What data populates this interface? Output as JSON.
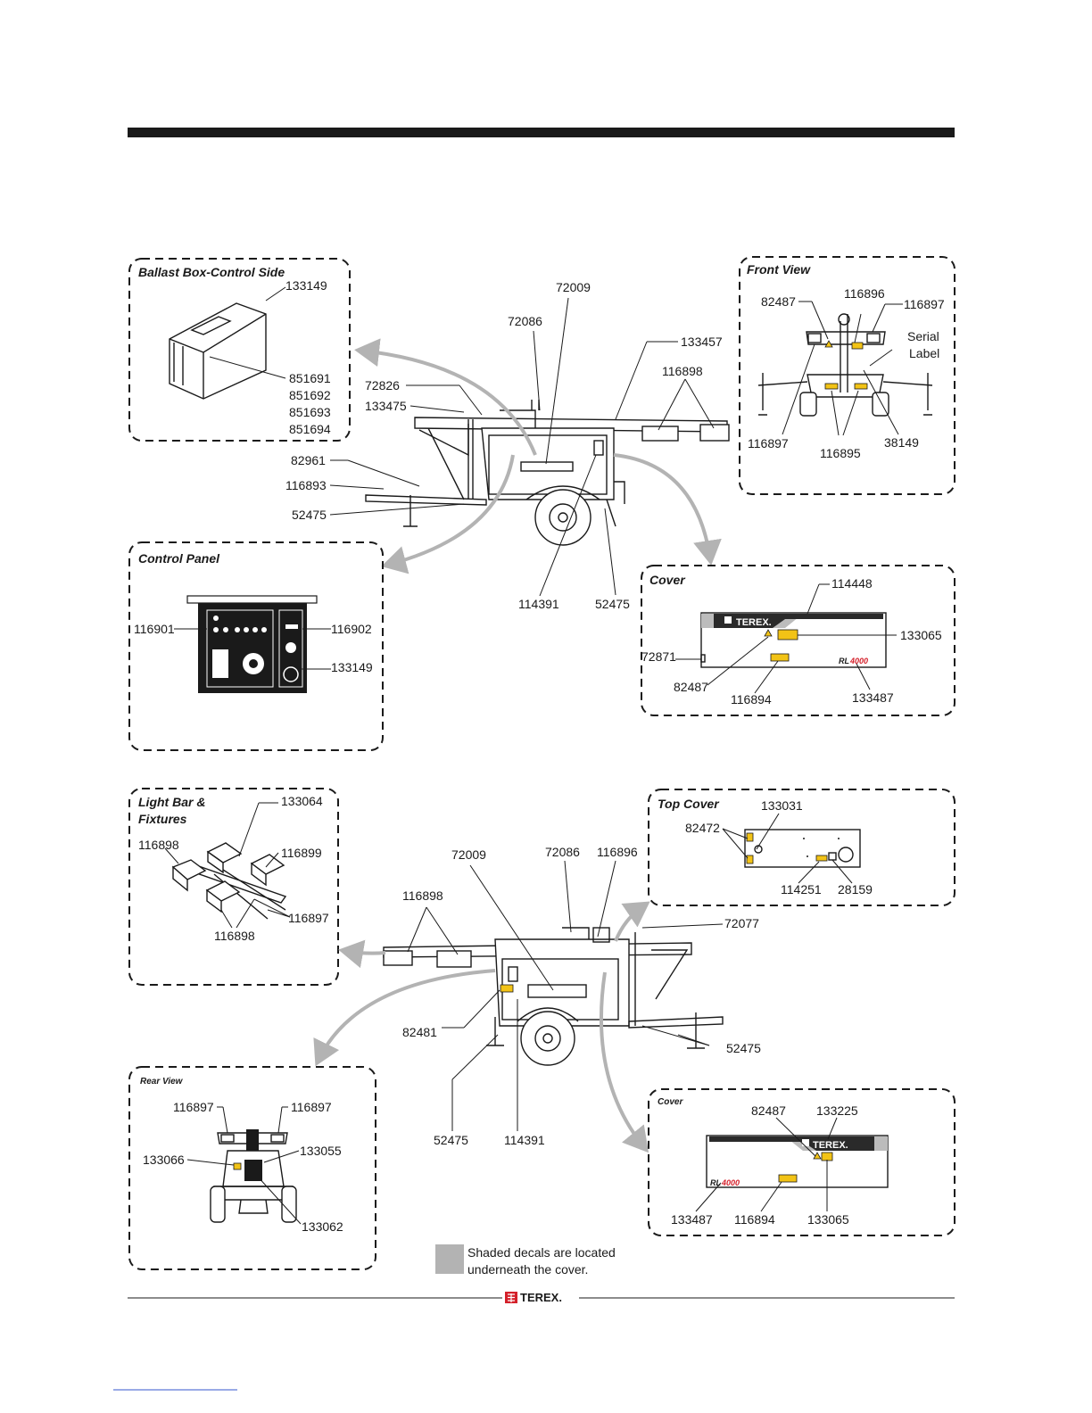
{
  "colors": {
    "ink": "#1a1a1a",
    "arrow": "#b3b3b3",
    "decal": "#f2c316",
    "shade": "#b3b3b3",
    "brand_red": "#d4202a"
  },
  "panels": {
    "ballast": {
      "title": "Ballast Box-Control Side",
      "labels": [
        "133149",
        "851691",
        "851692",
        "851693",
        "851694"
      ]
    },
    "front": {
      "title": "Front View",
      "labels": [
        "82487",
        "116896",
        "116897",
        "Serial",
        "Label",
        "116897",
        "116895",
        "38149"
      ]
    },
    "control": {
      "title": "Control Panel",
      "labels": [
        "116901",
        "116902",
        "133149"
      ]
    },
    "cover1": {
      "title": "Cover",
      "labels": [
        "114448",
        "133065",
        "72871",
        "82487",
        "116894",
        "133487"
      ]
    },
    "lightbar": {
      "title_line1": "Light Bar &",
      "title_line2": "Fixtures",
      "labels": [
        "133064",
        "116898",
        "116899",
        "116897",
        "116898"
      ]
    },
    "topcover": {
      "title": "Top Cover",
      "labels": [
        "133031",
        "82472",
        "114251",
        "28159"
      ]
    },
    "rear": {
      "title": "Rear View",
      "labels": [
        "116897",
        "116897",
        "133066",
        "133055",
        "133062"
      ]
    },
    "cover2": {
      "title": "Cover",
      "labels": [
        "82487",
        "133225",
        "133487",
        "116894",
        "133065"
      ]
    }
  },
  "main_top": {
    "labels": [
      "72009",
      "72086",
      "133457",
      "116898",
      "72826",
      "133475",
      "82961",
      "116893",
      "52475",
      "114391",
      "52475"
    ]
  },
  "main_bottom": {
    "labels": [
      "72009",
      "72086",
      "116896",
      "116898",
      "72077",
      "82481",
      "52475",
      "52475",
      "114391"
    ]
  },
  "legend": {
    "line1": "Shaded decals are located",
    "line2": "underneath the cover."
  },
  "footer": {
    "brand": "TEREX."
  },
  "cover_graphics": {
    "brand": "TEREX.",
    "model_prefix": "RL",
    "model_number": "4000"
  }
}
